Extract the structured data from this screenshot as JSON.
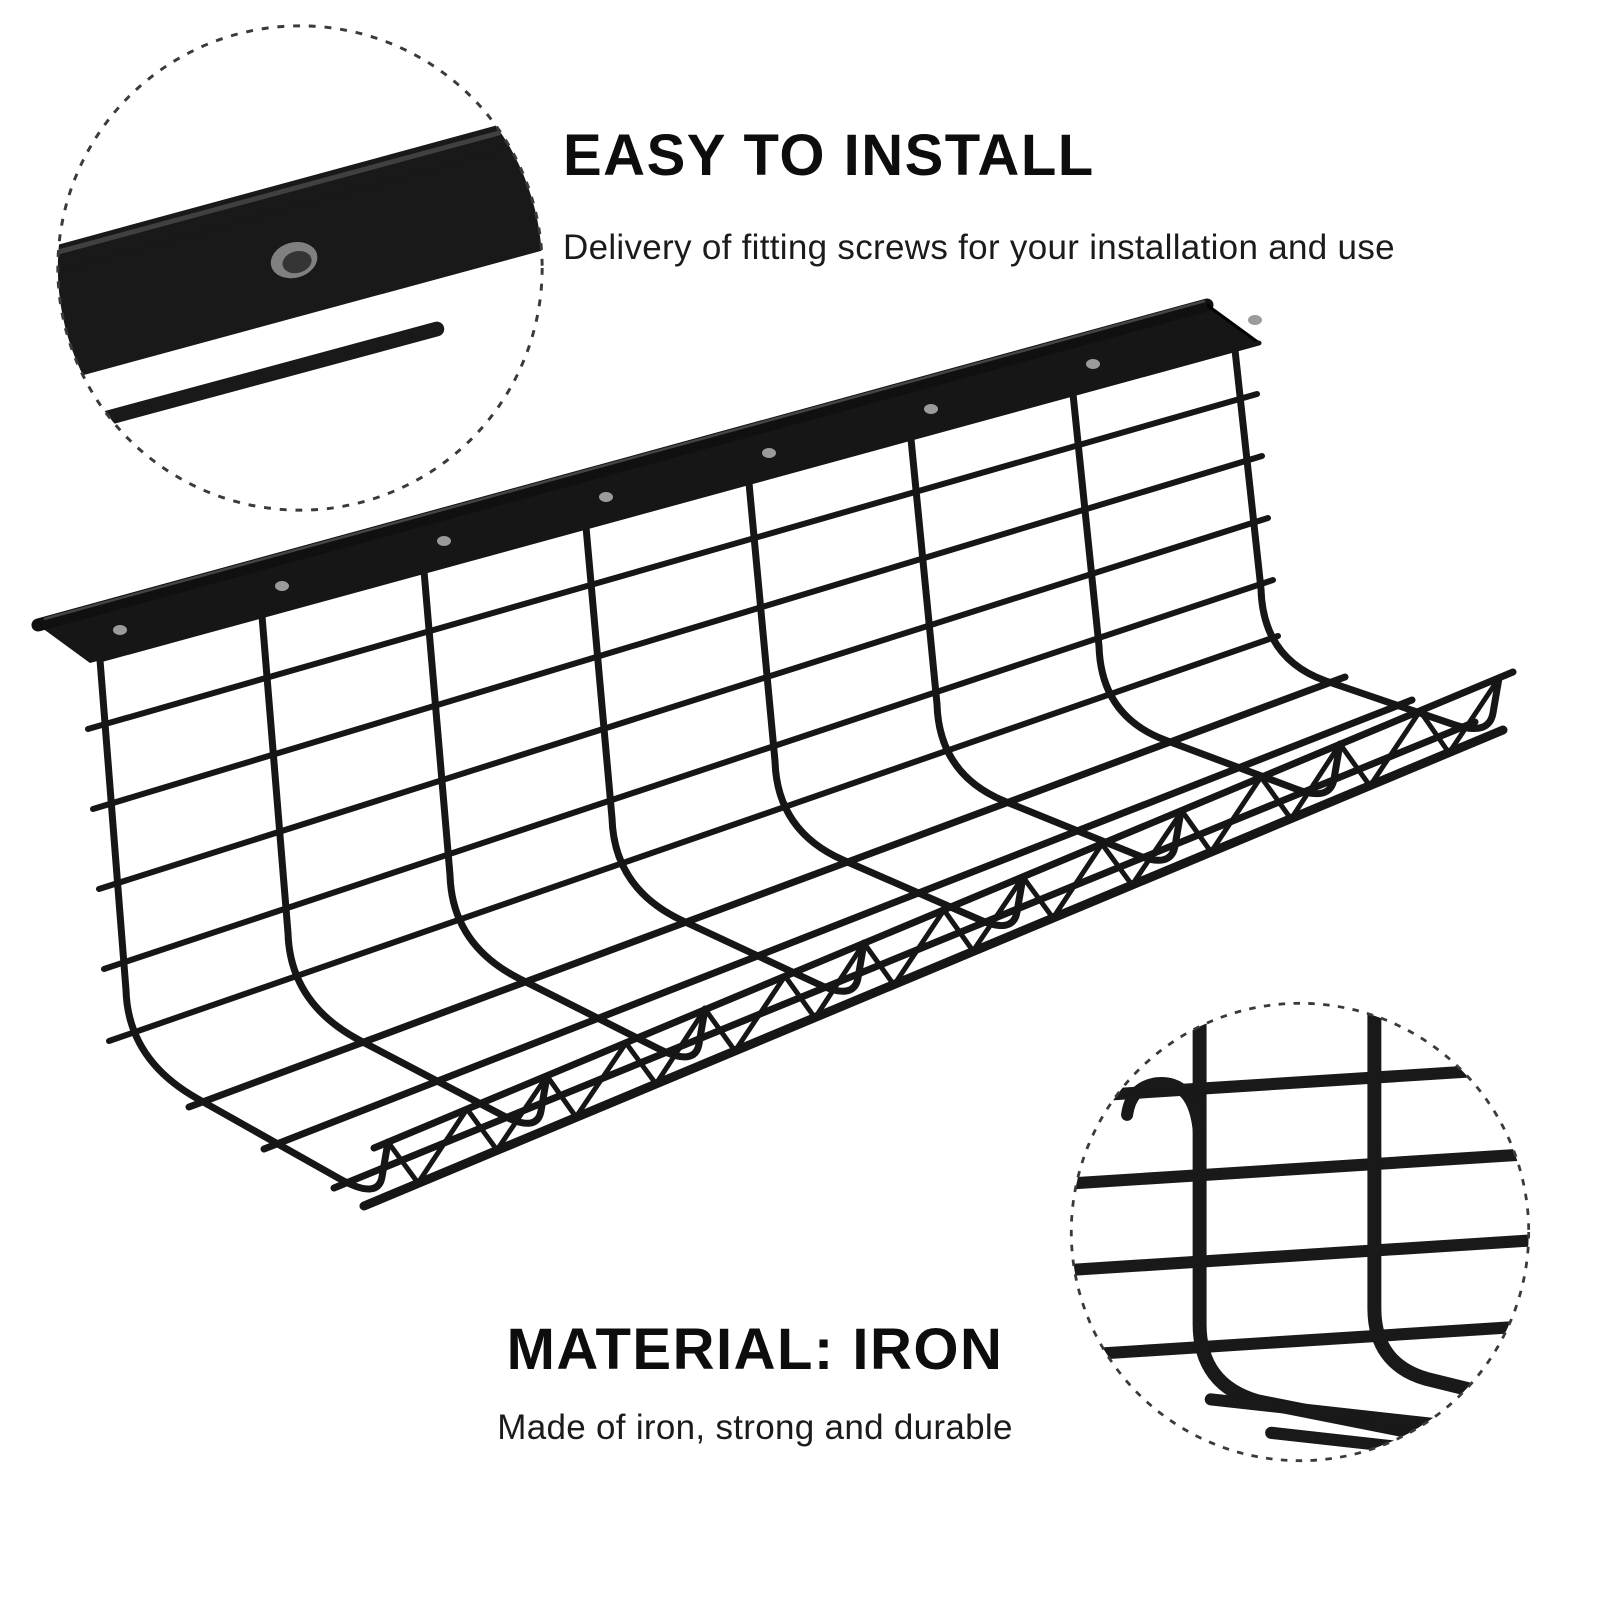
{
  "install": {
    "title": "EASY TO INSTALL",
    "subtitle": "Delivery of fitting screws for your installation and use"
  },
  "material": {
    "title": "MATERIAL: IRON",
    "subtitle": "Made of iron, strong and durable"
  },
  "product": {
    "description": "black iron wire under-desk cable management tray with mounting flange and screw holes",
    "screw_hole_count": 8
  },
  "colors": {
    "bg": "#ffffff",
    "ink": "#161616",
    "text": "#0d0d0d",
    "hole": "#9b9b9b",
    "dash": "#3a3a3a"
  }
}
